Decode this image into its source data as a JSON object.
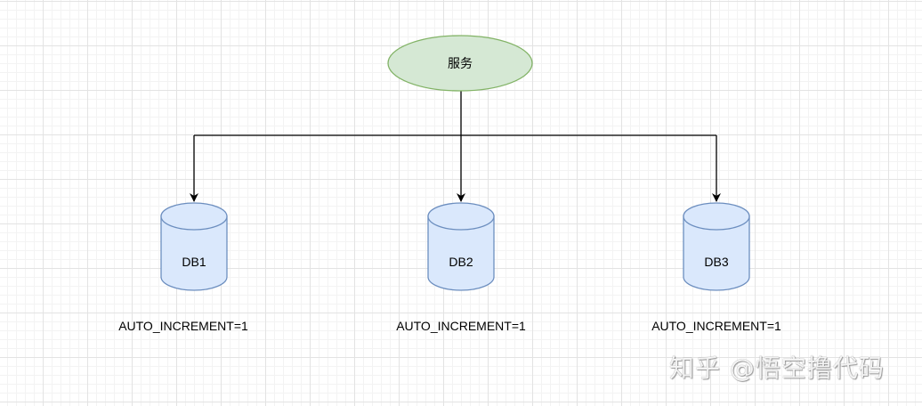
{
  "service": {
    "label": "服务",
    "fill": "#d5e8d4",
    "stroke": "#82b366"
  },
  "databases": [
    {
      "label": "DB1",
      "note": "AUTO_INCREMENT=1"
    },
    {
      "label": "DB2",
      "note": "AUTO_INCREMENT=1"
    },
    {
      "label": "DB3",
      "note": "AUTO_INCREMENT=1"
    }
  ],
  "db_style": {
    "fill": "#dae8fc",
    "stroke": "#6c8ebf"
  },
  "watermark": "知乎 @悟空撸代码"
}
